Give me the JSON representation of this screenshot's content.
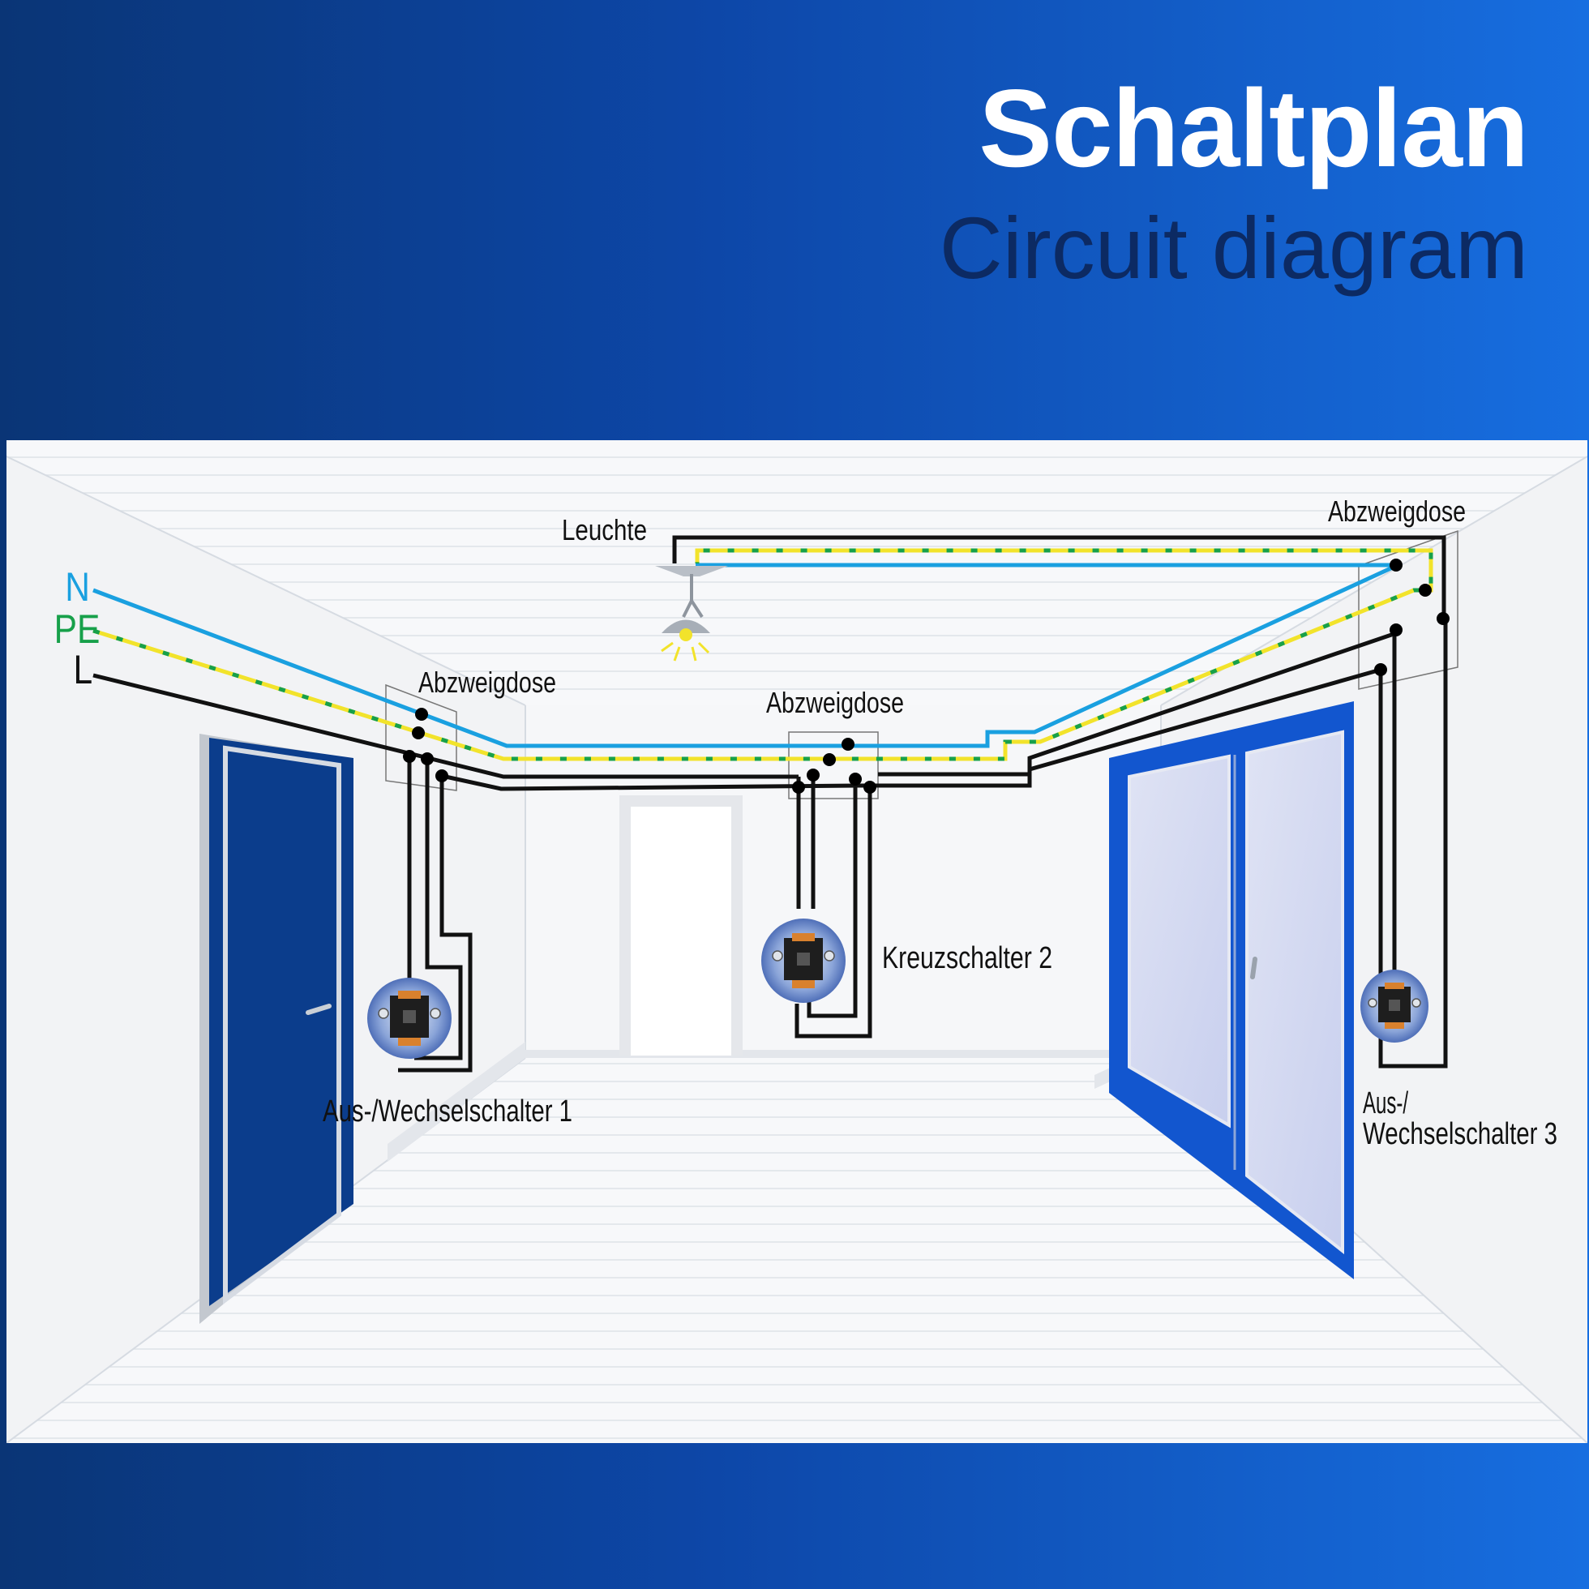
{
  "header": {
    "title": "Schaltplan",
    "subtitle": "Circuit diagram"
  },
  "wires": {
    "n": {
      "label": "N",
      "color": "#1aa0e0"
    },
    "pe": {
      "label": "PE",
      "color": "#17a04a",
      "stripe": "#f2e32b"
    },
    "l": {
      "label": "L",
      "color": "#111111"
    }
  },
  "labels": {
    "leuchte": "Leuchte",
    "box_left": "Abzweigdose",
    "box_center": "Abzweigdose",
    "box_right": "Abzweigdose",
    "switch1": "Aus-/Wechselschalter 1",
    "switch2": "Kreuzschalter 2",
    "switch3_line1": "Aus-/",
    "switch3_line2": "Wechselschalter 3"
  },
  "colors": {
    "door": "#0b3d8c",
    "window_frame": "#1256cf",
    "room_wall": "#f4f5f7"
  },
  "icons": [
    "ceiling-lamp-icon",
    "switch-icon"
  ]
}
